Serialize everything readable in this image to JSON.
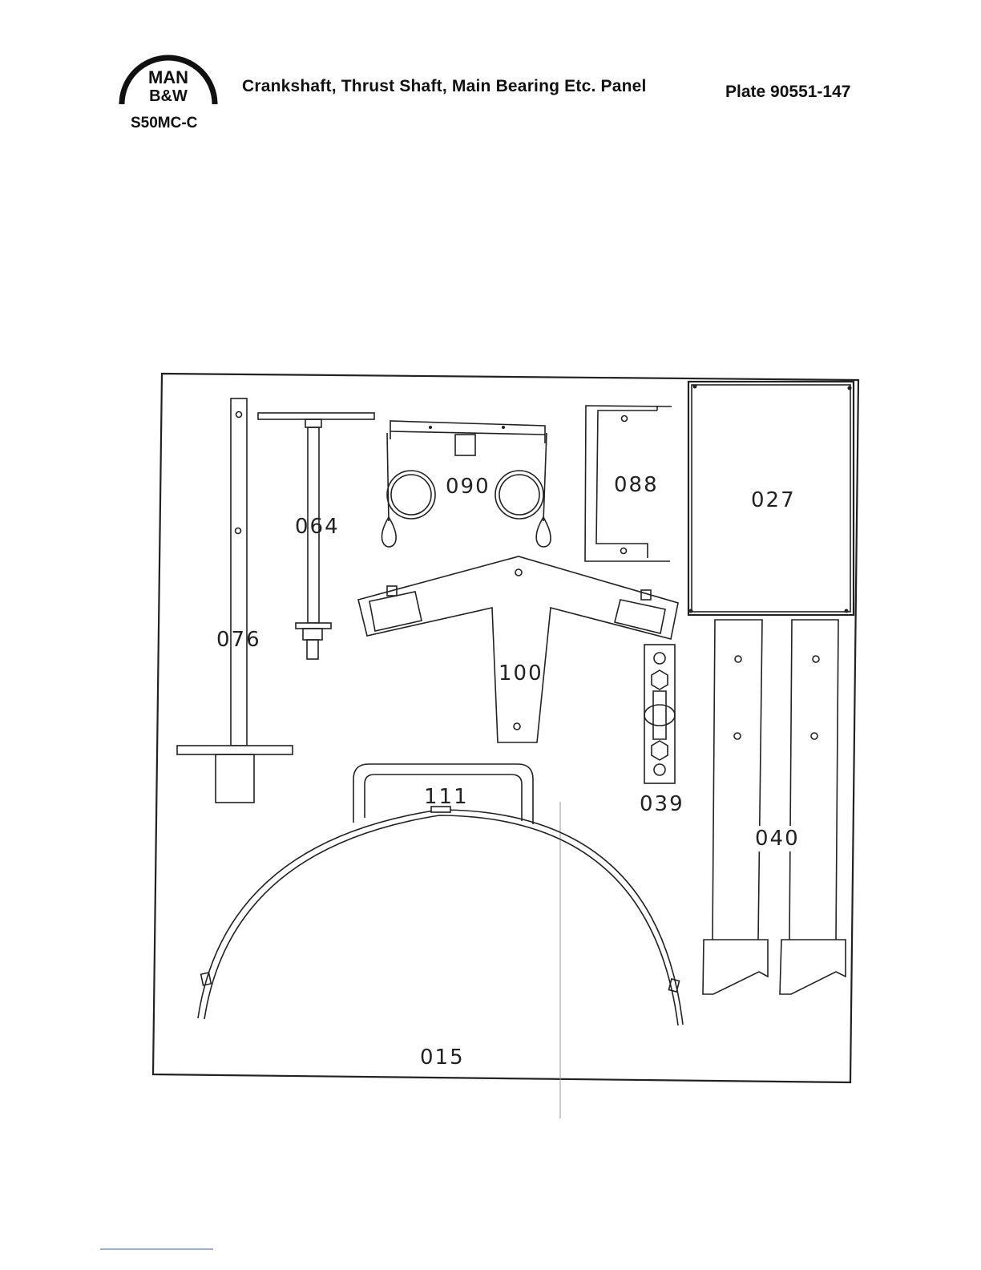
{
  "header": {
    "logo": {
      "line1": "MAN",
      "line2": "B&W"
    },
    "model": "S50MC-C",
    "title": "Crankshaft, Thrust Shaft, Main Bearing Etc. Panel",
    "plate": "Plate 90551-147"
  },
  "parts": [
    {
      "id": "p076",
      "number": "076"
    },
    {
      "id": "p064",
      "number": "064"
    },
    {
      "id": "p090",
      "number": "090"
    },
    {
      "id": "p088",
      "number": "088"
    },
    {
      "id": "p027",
      "number": "027"
    },
    {
      "id": "p100",
      "number": "100"
    },
    {
      "id": "p039",
      "number": "039"
    },
    {
      "id": "p040",
      "number": "040"
    },
    {
      "id": "p111",
      "number": "111"
    },
    {
      "id": "p015",
      "number": "015"
    }
  ]
}
